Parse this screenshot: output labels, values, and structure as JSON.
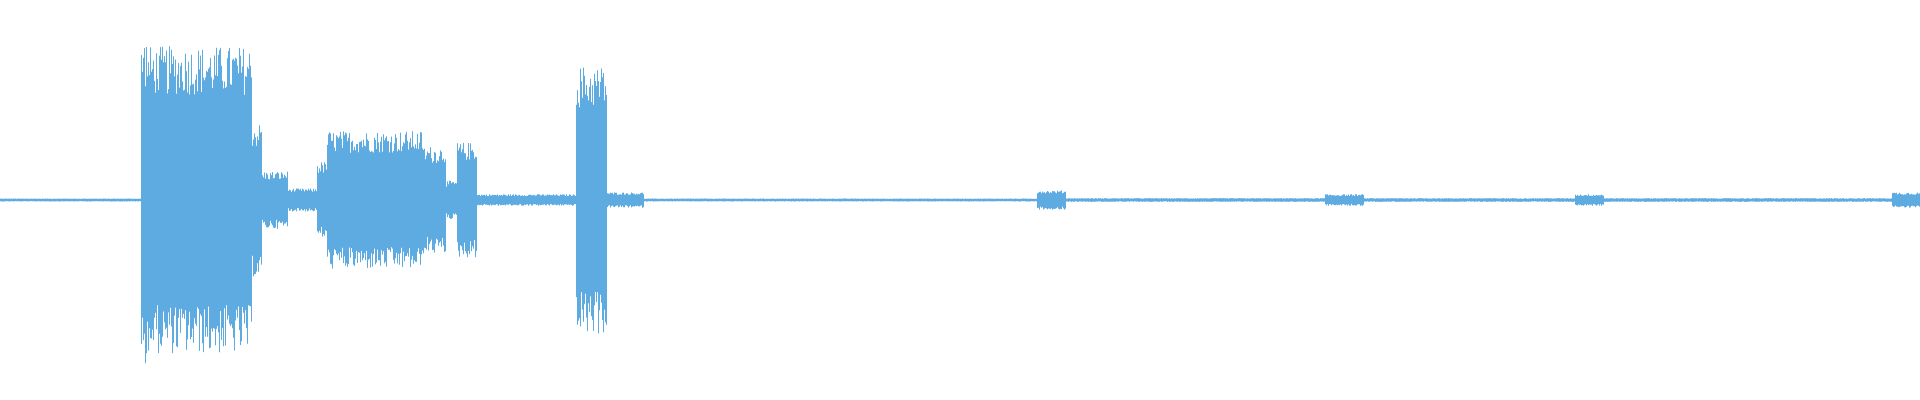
{
  "waveform": {
    "color": "#5dabe1",
    "background": "#ffffff",
    "duration_norm": 1.0,
    "segments": [
      {
        "start": 0.0,
        "end": 0.073,
        "amp": 0.008
      },
      {
        "start": 0.073,
        "end": 0.077,
        "amp": 0.85
      },
      {
        "start": 0.077,
        "end": 0.131,
        "amp": 0.8
      },
      {
        "start": 0.131,
        "end": 0.136,
        "amp": 0.4
      },
      {
        "start": 0.136,
        "end": 0.15,
        "amp": 0.15
      },
      {
        "start": 0.15,
        "end": 0.165,
        "amp": 0.06
      },
      {
        "start": 0.165,
        "end": 0.17,
        "amp": 0.2
      },
      {
        "start": 0.17,
        "end": 0.22,
        "amp": 0.36
      },
      {
        "start": 0.22,
        "end": 0.232,
        "amp": 0.28
      },
      {
        "start": 0.232,
        "end": 0.238,
        "amp": 0.1
      },
      {
        "start": 0.238,
        "end": 0.248,
        "amp": 0.3
      },
      {
        "start": 0.248,
        "end": 0.3,
        "amp": 0.03
      },
      {
        "start": 0.3,
        "end": 0.316,
        "amp": 0.7
      },
      {
        "start": 0.316,
        "end": 0.335,
        "amp": 0.04
      },
      {
        "start": 0.335,
        "end": 0.54,
        "amp": 0.008
      },
      {
        "start": 0.54,
        "end": 0.555,
        "amp": 0.05
      },
      {
        "start": 0.555,
        "end": 0.69,
        "amp": 0.01
      },
      {
        "start": 0.69,
        "end": 0.71,
        "amp": 0.03
      },
      {
        "start": 0.71,
        "end": 0.82,
        "amp": 0.01
      },
      {
        "start": 0.82,
        "end": 0.835,
        "amp": 0.03
      },
      {
        "start": 0.835,
        "end": 0.985,
        "amp": 0.01
      },
      {
        "start": 0.985,
        "end": 1.0,
        "amp": 0.04
      }
    ]
  }
}
